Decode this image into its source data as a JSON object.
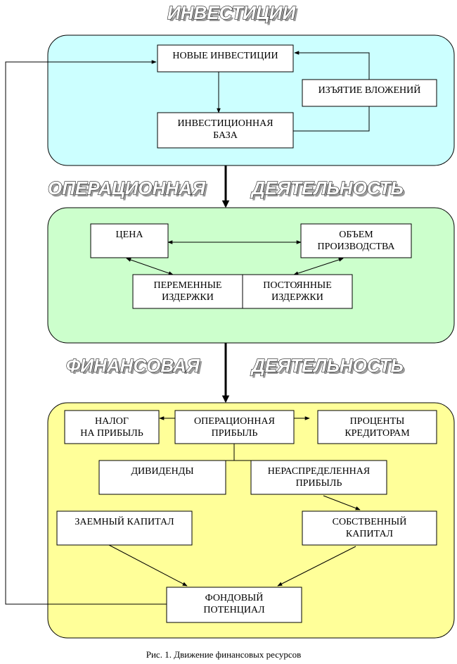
{
  "headings": {
    "investments": "ИНВЕСТИЦИИ",
    "operational_left": "ОПЕРАЦИОННАЯ",
    "operational_right": "ДЕЯТЕЛЬНОСТЬ",
    "financial_left": "ФИНАНСОВАЯ",
    "financial_right": "ДЕЯТЕЛЬНОСТЬ"
  },
  "panels": {
    "investments_color": "#ccffff",
    "operational_color": "#ccffcc",
    "financial_color": "#ffff99"
  },
  "boxes": {
    "new_investments": [
      "НОВЫЕ ИНВЕСТИЦИИ"
    ],
    "withdrawal": [
      "ИЗЪЯТИЕ ВЛОЖЕНИЙ"
    ],
    "investment_base": [
      "ИНВЕСТИЦИОННАЯ",
      "БАЗА"
    ],
    "price": [
      "ЦЕНА"
    ],
    "production_volume": [
      "ОБЪЕМ",
      "ПРОИЗВОДСТВА"
    ],
    "variable_costs": [
      "ПЕРЕМЕННЫЕ",
      "ИЗДЕРЖКИ"
    ],
    "fixed_costs": [
      "ПОСТОЯННЫЕ",
      "ИЗДЕРЖКИ"
    ],
    "profit_tax": [
      "НАЛОГ",
      "НА ПРИБЫЛЬ"
    ],
    "operating_profit": [
      "ОПЕРАЦИОННАЯ",
      "ПРИБЫЛЬ"
    ],
    "creditor_interest": [
      "ПРОЦЕНТЫ",
      "КРЕДИТОРАМ"
    ],
    "dividends": [
      "ДИВИДЕНДЫ"
    ],
    "retained_earnings": [
      "НЕРАСПРЕДЕЛЕННАЯ",
      "ПРИБЫЛЬ"
    ],
    "borrowed_capital": [
      "ЗАЕМНЫЙ КАПИТАЛ"
    ],
    "equity": [
      "СОБСТВЕННЫЙ",
      "КАПИТАЛ"
    ],
    "fund_potential": [
      "ФОНДОВЫЙ",
      "ПОТЕНЦИАЛ"
    ]
  },
  "caption": "Рис. 1. Движение финансовых ресурсов"
}
